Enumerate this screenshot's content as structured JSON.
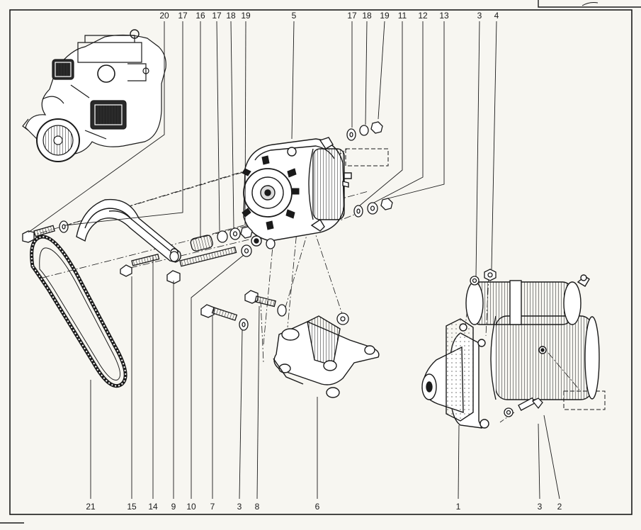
{
  "labels_top": [
    "20",
    "17",
    "16",
    "17",
    "18",
    "19",
    "5",
    "17",
    "18",
    "19",
    "11",
    "12",
    "13",
    "3",
    "4"
  ],
  "labels_bottom": [
    "21",
    "15",
    "14",
    "9",
    "10",
    "7",
    "3",
    "8",
    "6",
    "1",
    "3",
    "2"
  ],
  "colors": {
    "ink": "#1a1a1a",
    "paper": "#f7f6f1",
    "shade": "#8a8a8a"
  }
}
